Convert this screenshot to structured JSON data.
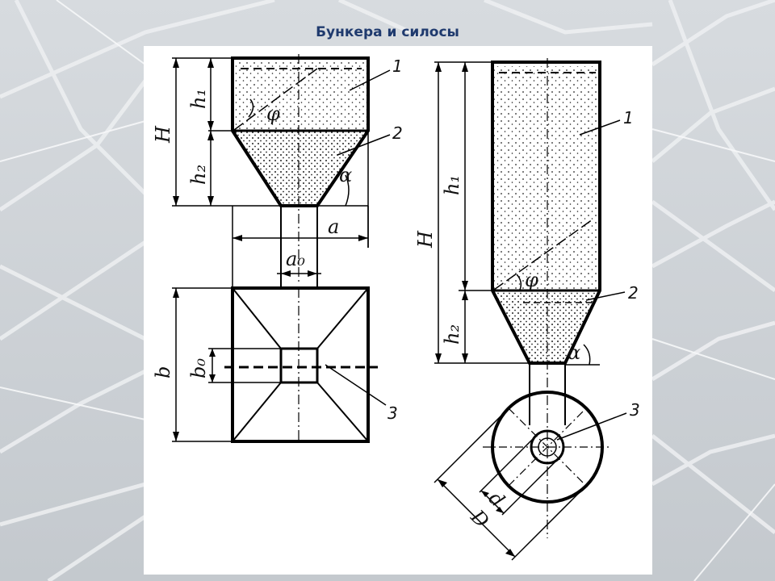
{
  "slide": {
    "title": "Бункера и силосы"
  },
  "background": {
    "accent": "#1f3a6e",
    "frame_color": "#e8ebee"
  },
  "diagram": {
    "left_figure": {
      "labels": {
        "H": "H",
        "h1": "h₁",
        "h2": "h₂",
        "phi": "φ",
        "alpha": "α",
        "a": "a",
        "a0": "a₀",
        "b": "b",
        "b0": "b₀"
      },
      "callouts": [
        "1",
        "2",
        "3"
      ]
    },
    "right_figure": {
      "labels": {
        "H": "H",
        "h1": "h₁",
        "h2": "h₂",
        "phi": "φ",
        "alpha": "α",
        "D": "D",
        "d": "d"
      },
      "callouts": [
        "1",
        "2",
        "3"
      ]
    }
  }
}
